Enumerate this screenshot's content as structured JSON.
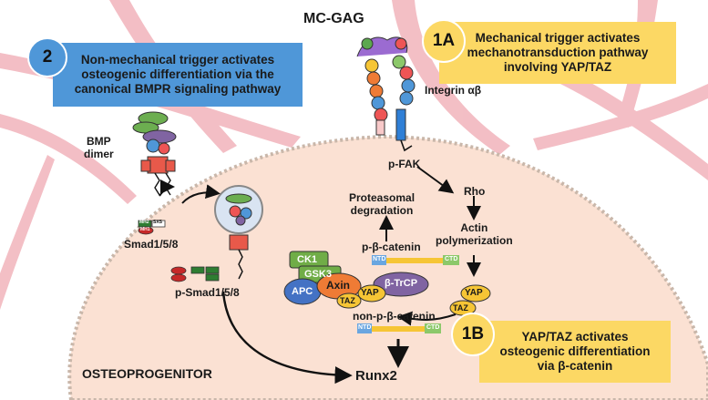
{
  "panel_2": {
    "number": "2",
    "title": "Non-mechanical trigger activates\nosteogenic differentiation via the\ncanonical BMPR signaling pathway"
  },
  "panel_1A": {
    "number": "1A",
    "title": "Mechanical trigger activates\nmechanotransduction pathway\ninvolving YAP/TAZ"
  },
  "panel_1B": {
    "number": "1B",
    "title": "YAP/TAZ activates\nosteogenic differentiation\nvia β-catenin"
  },
  "labels": {
    "mc_gag": "MC-GAG",
    "integrin": "Integrin αβ",
    "bmp_dimer": "BMP\ndimer",
    "smad": "Smad1/5/8",
    "p_smad": "p-Smad1/5/8",
    "p_fak": "p-FAK",
    "rho": "Rho",
    "actin": "Actin\npolymerization",
    "proteasomal": "Proteasomal\ndegradation",
    "p_beta_catenin": "p-β-catenin",
    "non_p_beta_catenin": "non-p-β-catenin",
    "runx2": "Runx2",
    "osteoprogenitor": "OSTEOPROGENITOR"
  },
  "complex": {
    "ck1": "CK1",
    "gsk3": "GSK3",
    "apc": "APC",
    "axin": "Axin",
    "btrcp": "β-TrCP",
    "yap": "YAP",
    "taz": "TAZ"
  },
  "catenin_domains": {
    "ntd": "NTD",
    "ctd": "CTD"
  },
  "smad_domains": {
    "mh2": "MH2",
    "sxs": "SXS",
    "mh1": "MH1"
  },
  "colors": {
    "panel_blue": "#4f97d8",
    "panel_yellow": "#fcd864",
    "cell_fill": "#fbe1d3",
    "matrix_fibers": "#f2b8bf",
    "yap_yellow": "#f6c535",
    "axin_orange": "#ef7b35",
    "apc_blue": "#4472c4",
    "btrcp_purple": "#8064a2",
    "ck1_green": "#70ad47"
  }
}
